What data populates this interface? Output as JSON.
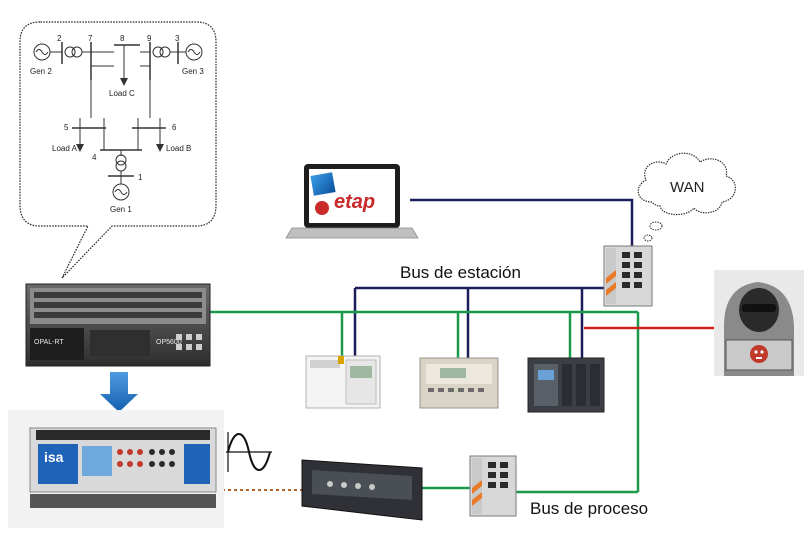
{
  "single_line": {
    "buses": [
      "2",
      "7",
      "8",
      "9",
      "3",
      "5",
      "6",
      "4",
      "1"
    ],
    "generators": [
      "Gen 2",
      "Gen 3",
      "Gen 1"
    ],
    "loads": [
      "Load C",
      "Load A",
      "Load B"
    ]
  },
  "labels": {
    "wan": "WAN",
    "station_bus": "Bus de estación",
    "process_bus": "Bus de proceso",
    "etap": "etap",
    "rtds": "OPAL-RT",
    "rtds_model": "OP5600",
    "isa": "isa"
  },
  "colors": {
    "station_bus": "#1a1f5c",
    "process_bus": "#1a9a4a",
    "attack_link": "#d21f1f",
    "analog_link": "#b4652a",
    "arrow": "#1f6fc0"
  }
}
